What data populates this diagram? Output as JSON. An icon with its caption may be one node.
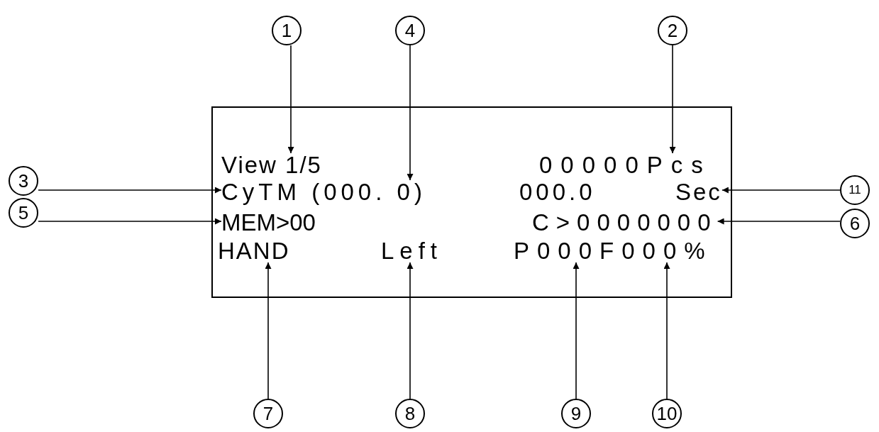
{
  "diagram": {
    "nodes": [
      {
        "text": [],
        "shape": "box"
      },
      {
        "text": [
          "1"
        ]
      },
      {
        "text": [
          "4"
        ]
      },
      {
        "text": [
          "2"
        ]
      },
      {
        "text": [
          "3"
        ]
      },
      {
        "text": [
          "5"
        ]
      },
      {
        "text": [
          "11"
        ]
      },
      {
        "text": [
          "6"
        ]
      },
      {
        "text": [
          "7"
        ]
      },
      {
        "text": [
          "8"
        ]
      },
      {
        "text": [
          "9"
        ]
      },
      {
        "text": [
          "10"
        ]
      },
      {
        "text": [
          "View 1/5"
        ],
        "in": 0
      },
      {
        "text": [
          "00000Pcs"
        ],
        "in": 0
      },
      {
        "text": [
          "CyTM (000. 0)"
        ],
        "in": 0
      },
      {
        "text": [
          "000.0"
        ],
        "in": 0
      },
      {
        "text": [
          "Sec"
        ],
        "in": 0
      },
      {
        "text": [
          "MEM>00"
        ],
        "in": 0
      },
      {
        "text": [
          "C>0000000"
        ],
        "in": 0
      },
      {
        "text": [
          "HAND"
        ],
        "in": 0
      },
      {
        "text": [
          "Left"
        ],
        "in": 0
      },
      {
        "text": [
          "P000F000%"
        ],
        "in": 0
      }
    ],
    "edges": [
      {
        "from": 1,
        "to": 12,
        "arrow": "to"
      },
      {
        "from": 2,
        "to": 14,
        "arrow": "to"
      },
      {
        "from": 3,
        "to": 13,
        "arrow": "to"
      },
      {
        "from": 4,
        "to": 14,
        "arrow": "to"
      },
      {
        "from": 5,
        "to": 17,
        "arrow": "to"
      },
      {
        "from": 6,
        "to": 16,
        "arrow": "to"
      },
      {
        "from": 7,
        "to": 18,
        "arrow": "to"
      },
      {
        "from": 8,
        "to": 19,
        "arrow": "to"
      },
      {
        "from": 9,
        "to": 20,
        "arrow": "to"
      },
      {
        "from": 10,
        "to": 21,
        "arrow": "to"
      },
      {
        "from": 11,
        "to": 21,
        "arrow": "to"
      }
    ]
  }
}
